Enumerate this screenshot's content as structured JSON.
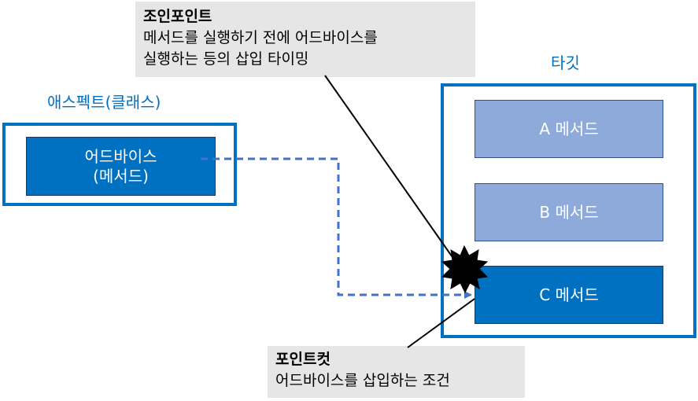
{
  "joinpoint": {
    "title": "조인포인트",
    "lines": [
      "메서드를 실행하기 전에 어드바이스를",
      "실행하는 등의 삽입 타이밍"
    ]
  },
  "aspect": {
    "label": "애스펙트(클래스)",
    "advice_lines": [
      "어드바이스",
      "(메서드)"
    ]
  },
  "target": {
    "label": "타깃",
    "methods": [
      "A 메서드",
      "B 메서드",
      "C 메서드"
    ]
  },
  "pointcut": {
    "title": "포인트컷",
    "text": "어드바이스를 삽입하는 조건"
  },
  "colors": {
    "accent": "#0070c0",
    "light_method": "#8eaadb",
    "callout_bg": "#e7e6e6",
    "arrow": "#4472c4"
  }
}
